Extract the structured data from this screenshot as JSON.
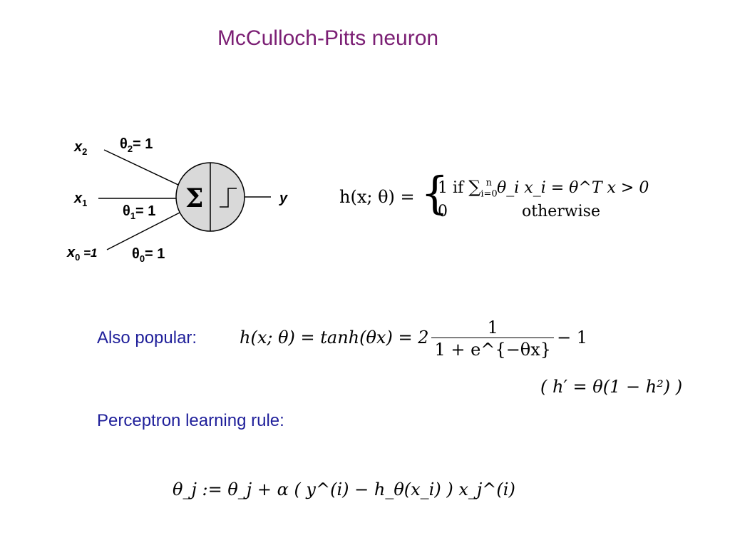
{
  "title": "McCulloch-Pitts neuron",
  "neuron": {
    "inputs": [
      "x",
      "x",
      "x"
    ],
    "input_subs": [
      "2",
      "1",
      "0"
    ],
    "x0_suffix": " =1",
    "weights": [
      "θ",
      "θ",
      "θ"
    ],
    "weight_subs": [
      "2",
      "1",
      "0"
    ],
    "weight_values": [
      "= 1",
      "= 1",
      "= 1"
    ],
    "sum_symbol": "Σ",
    "output": "y"
  },
  "activation": {
    "lhs": "h(x; θ) =",
    "case1_value": "1",
    "case1_cond_if": "if",
    "case1_expr": "θ_i x_i = θ^T x > 0",
    "case2_value": "0",
    "case2_cond": "otherwise"
  },
  "also_popular_label": "Also popular:",
  "tanh_formula": {
    "lhs": "h(x; θ) = tanh(θx) = 2",
    "num": "1",
    "den": "1 + e^{−θx}",
    "tail": "− 1"
  },
  "derivative": "( h′ = θ(1 − h²) )",
  "perceptron_label": "Perceptron learning rule:",
  "update_rule": "θ_j := θ_j + α ( y^(i) − h_θ(x_i) ) x_j^(i)",
  "colors": {
    "title": "#7b1f74",
    "label_text": "#1f1f9a",
    "neuron_fill": "#d9d9d9"
  }
}
